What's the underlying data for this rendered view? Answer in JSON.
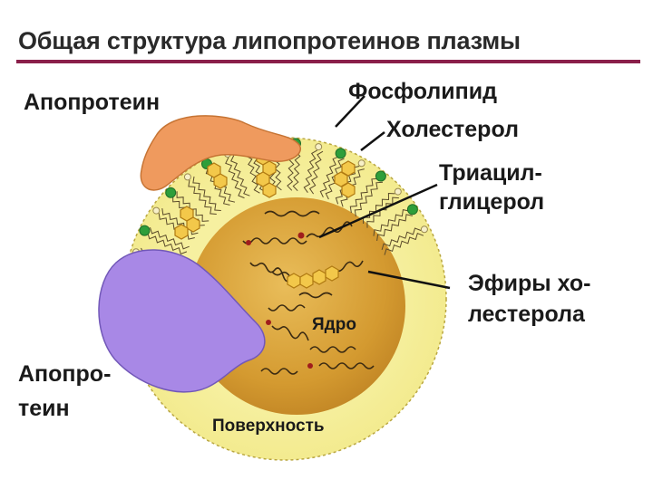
{
  "title": "Общая структура липопротеинов плазмы",
  "labels": {
    "apoprotein_top": "Апопротеин",
    "phospholipid": "Фосфолипид",
    "cholesterol": "Холестерол",
    "triacyl_line1": "Триацил-",
    "triacyl_line2": "глицерол",
    "esters_line1": "Эфиры хо-",
    "esters_line2": "лестерола",
    "apoprotein_bottom_line1": "Апопро-",
    "apoprotein_bottom_line2": "теин",
    "core": "Ядро",
    "surface": "Поверхность"
  },
  "colors": {
    "title_rule": "#8a1f4a",
    "surface_fill": "#f7f0a0",
    "core_fill": "#d4a23c",
    "apoprotein_top": "#ef9a5e",
    "apoprotein_bottom": "#a888e6",
    "phospholipid_head": "#2e9e3a",
    "cholesterol_ring": "#f3c84a",
    "ester_dot": "#a01c1c"
  }
}
